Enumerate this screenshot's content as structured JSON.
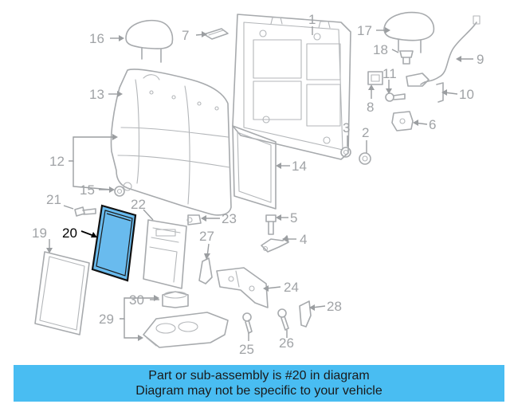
{
  "callouts": [
    {
      "id": "1",
      "label": "1"
    },
    {
      "id": "2",
      "label": "2"
    },
    {
      "id": "3",
      "label": "3"
    },
    {
      "id": "4",
      "label": "4"
    },
    {
      "id": "5",
      "label": "5"
    },
    {
      "id": "6",
      "label": "6"
    },
    {
      "id": "7",
      "label": "7"
    },
    {
      "id": "8",
      "label": "8"
    },
    {
      "id": "9",
      "label": "9"
    },
    {
      "id": "10",
      "label": "10"
    },
    {
      "id": "11",
      "label": "11"
    },
    {
      "id": "12",
      "label": "12"
    },
    {
      "id": "13",
      "label": "13"
    },
    {
      "id": "14",
      "label": "14"
    },
    {
      "id": "15",
      "label": "15"
    },
    {
      "id": "16",
      "label": "16"
    },
    {
      "id": "17",
      "label": "17"
    },
    {
      "id": "18",
      "label": "18"
    },
    {
      "id": "19",
      "label": "19"
    },
    {
      "id": "20",
      "label": "20"
    },
    {
      "id": "21",
      "label": "21"
    },
    {
      "id": "22",
      "label": "22"
    },
    {
      "id": "23",
      "label": "23"
    },
    {
      "id": "24",
      "label": "24"
    },
    {
      "id": "25",
      "label": "25"
    },
    {
      "id": "26",
      "label": "26"
    },
    {
      "id": "27",
      "label": "27"
    },
    {
      "id": "28",
      "label": "28"
    },
    {
      "id": "29",
      "label": "29"
    },
    {
      "id": "30",
      "label": "30"
    }
  ],
  "highlighted_part": "20",
  "caption": {
    "line1": "Part or sub-assembly is #20 in diagram",
    "line2": "Diagram may not be specific to your vehicle"
  },
  "colors": {
    "highlight": "#69bbee",
    "caption_bar": "#49bdf2",
    "line_gray": "#a7aaad",
    "label_gray": "#a0a3a6"
  }
}
